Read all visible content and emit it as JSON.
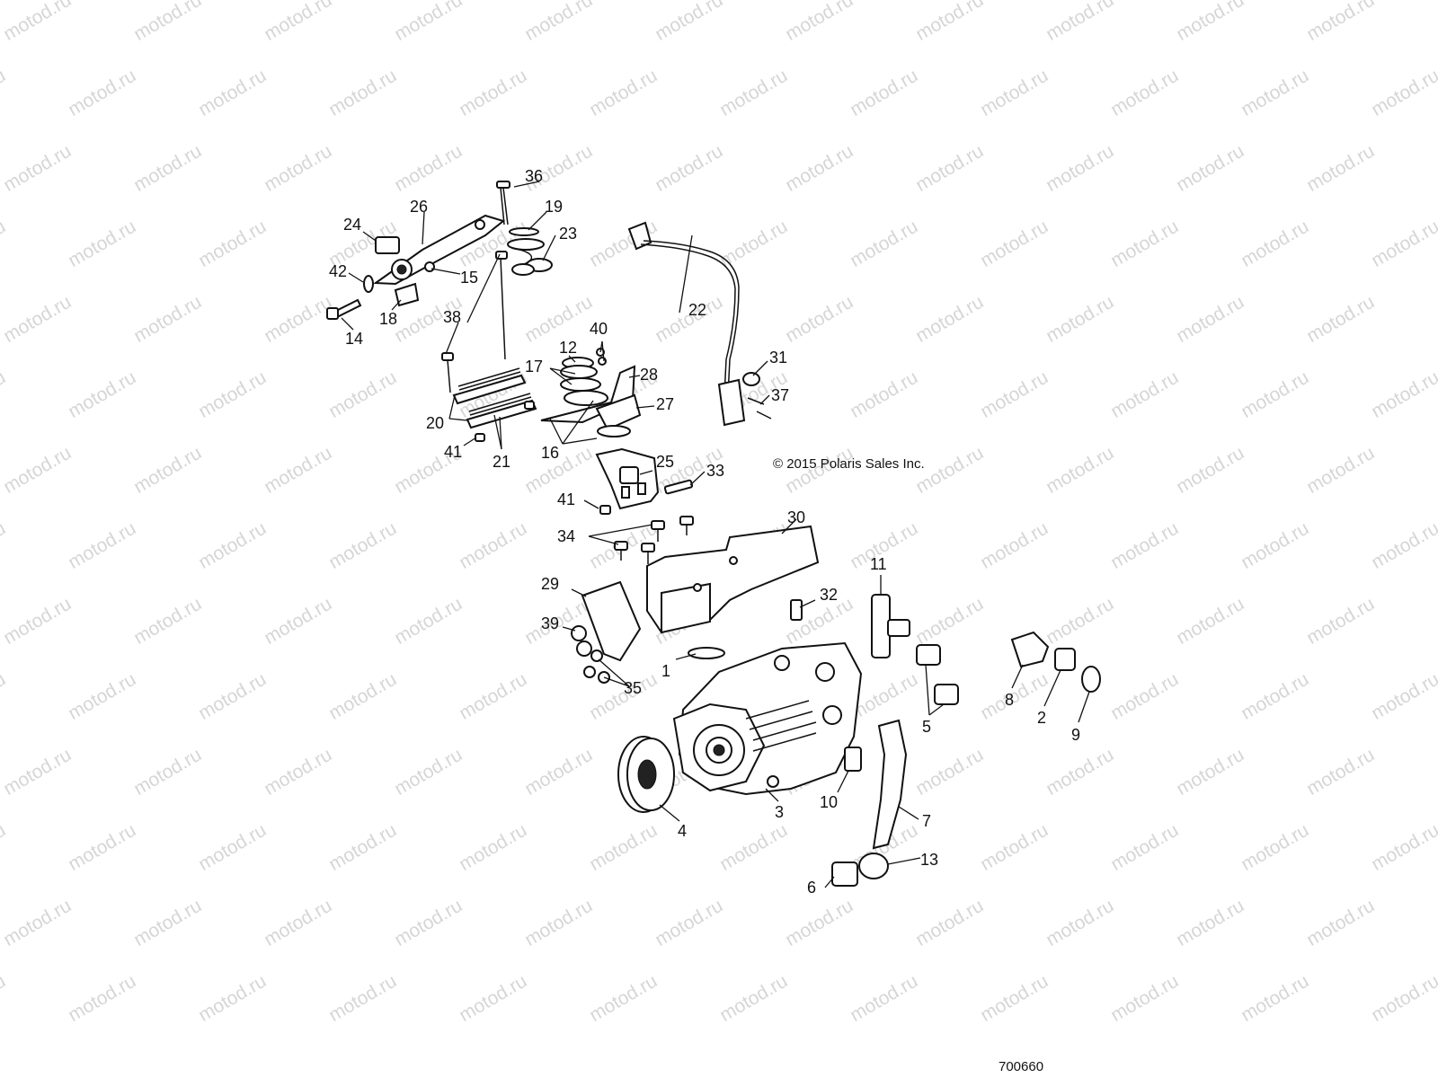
{
  "watermark": "motod.ru",
  "copyright": "© 2015 Polaris Sales Inc.",
  "figure_number": "700660",
  "callouts": {
    "1": "1",
    "2": "2",
    "3": "3",
    "4": "4",
    "5": "5",
    "6": "6",
    "7": "7",
    "8": "8",
    "9": "9",
    "10": "10",
    "11": "11",
    "12": "12",
    "13": "13",
    "14": "14",
    "15": "15",
    "16": "16",
    "17": "17",
    "18": "18",
    "19": "19",
    "20": "20",
    "21": "21",
    "22": "22",
    "23": "23",
    "24": "24",
    "25": "25",
    "26": "26",
    "27": "27",
    "28": "28",
    "29": "29",
    "30": "30",
    "31": "31",
    "32": "32",
    "33": "33",
    "34": "34",
    "35": "35",
    "36": "36",
    "37": "37",
    "38": "38",
    "39": "39",
    "40": "40",
    "41a": "41",
    "41b": "41",
    "42": "42"
  }
}
